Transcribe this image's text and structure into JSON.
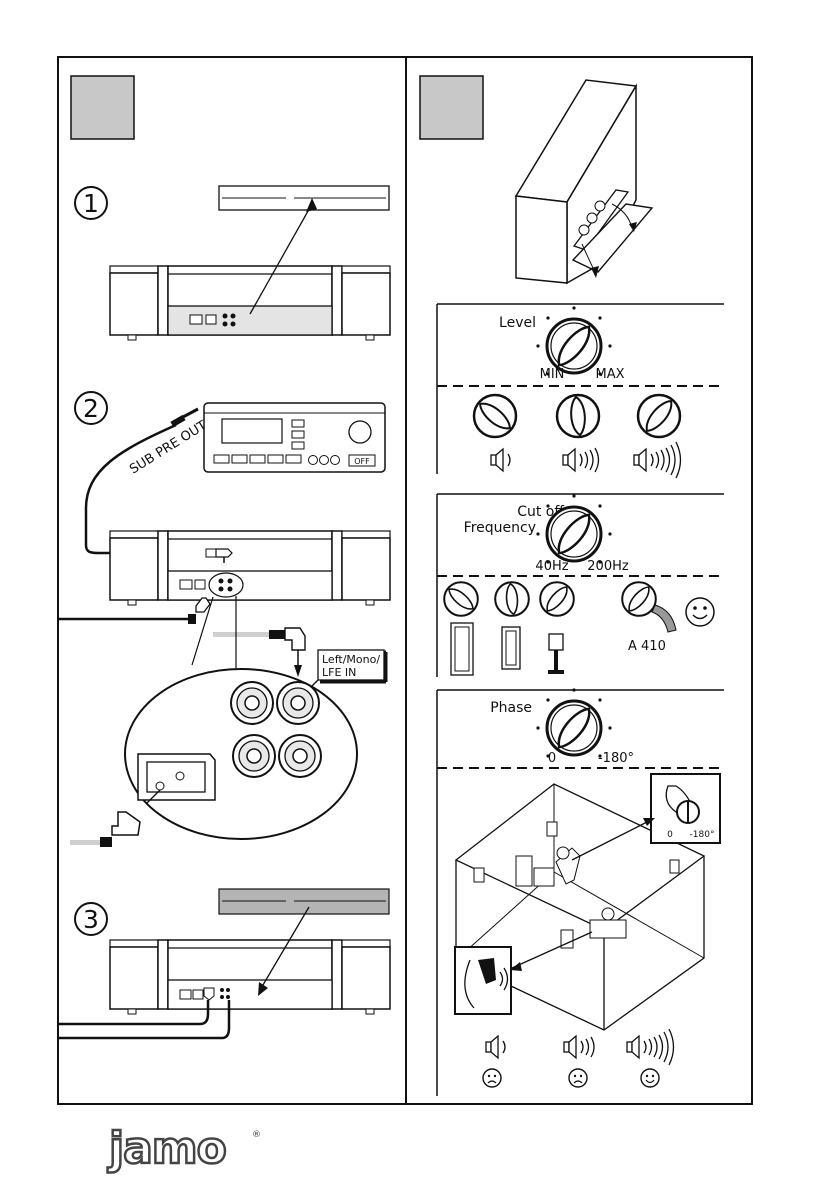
{
  "left_panel": {
    "steps": [
      "1",
      "2",
      "3"
    ],
    "receiver_output_label": "SUB PRE OUT",
    "receiver_off_label": "OFF",
    "input_callout": "Left/Mono/\nLFE IN"
  },
  "right_panel": {
    "level": {
      "title": "Level",
      "min_label": "MIN",
      "max_label": "MAX"
    },
    "cutoff": {
      "title_line1": "Cut off",
      "title_line2": "Frequency",
      "min_label": "40Hz",
      "max_label": "200Hz",
      "model_label": "A 410"
    },
    "phase": {
      "title": "Phase",
      "min_label": "0",
      "max_label": "-180°",
      "inset_min": "0",
      "inset_max": "-180°"
    }
  },
  "brand": {
    "logo_text": "jamo",
    "registered": "®"
  }
}
